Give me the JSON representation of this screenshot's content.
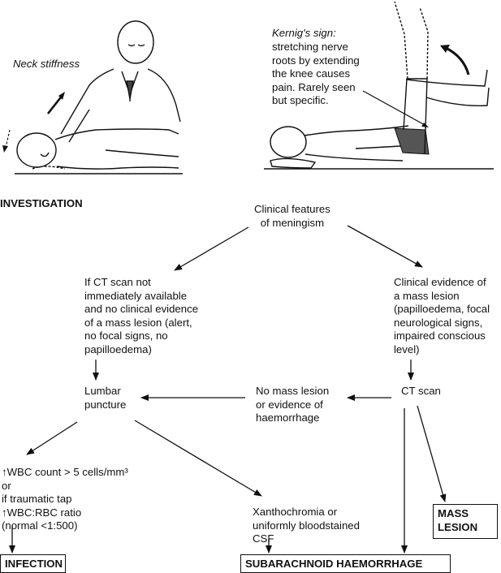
{
  "illustrations": {
    "neck_stiffness": {
      "caption": "Neck stiffness"
    },
    "kernig": {
      "title": "Kernig's sign:",
      "caption": "stretching nerve\nroots by extending\nthe knee causes\npain. Rarely seen\nbut specific."
    }
  },
  "section_heading": "INVESTIGATION",
  "nodes": {
    "start": "Clinical features\nof meningism",
    "no_ct": "If CT scan not\nimmediately available\nand no clinical evidence\nof a mass lesion (alert,\nno focal signs, no\npapilloedema)",
    "mass_evidence": "Clinical evidence of\na mass lesion\n(papilloedema, focal\nneurological signs,\nimpaired conscious\nlevel)",
    "lumbar": "Lumbar\npuncture",
    "no_mass": "No mass lesion\nor evidence of\nhaemorrhage",
    "ct_scan": "CT scan",
    "wbc": "↑WBC count > 5 cells/mm³\nor\nif traumatic tap\n↑WBC:RBC ratio\n(normal <1:500)",
    "xantho": "Xanthochromia or\nuniformly bloodstained\nCSF",
    "infection": "INFECTION",
    "sah": "SUBARACHNOID HAEMORRHAGE",
    "mass_lesion": "MASS\nLESION"
  }
}
